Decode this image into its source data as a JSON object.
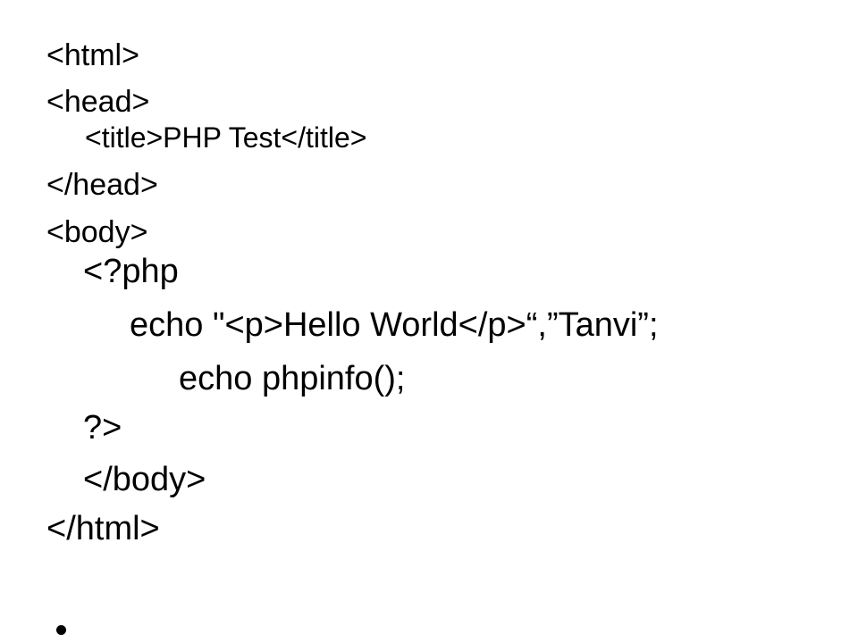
{
  "code_lines": {
    "html_open": "<html>",
    "head_open": "<head>",
    "title": "<title>PHP Test</title>",
    "head_close": "</head>",
    "body_open": "<body>",
    "php_open": "<?php",
    "echo_hello": "echo \"<p>Hello World</p>“,”Tanvi”;",
    "echo_phpinfo": "echo phpinfo();",
    "php_close": "?>",
    "body_close": "</body>",
    "html_close": "</html>"
  },
  "bullet": {
    "text": ""
  }
}
